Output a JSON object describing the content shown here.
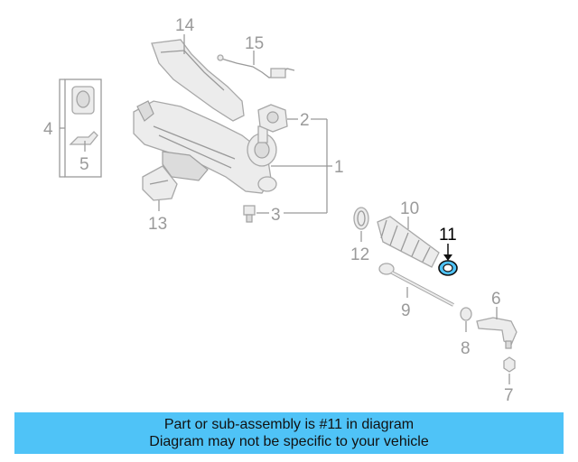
{
  "callouts": {
    "c1": "1",
    "c2": "2",
    "c3": "3",
    "c4": "4",
    "c5": "5",
    "c6": "6",
    "c7": "7",
    "c8": "8",
    "c9": "9",
    "c10": "10",
    "c11": "11",
    "c12": "12",
    "c13": "13",
    "c14": "14",
    "c15": "15"
  },
  "highlighted_part": "11",
  "colors": {
    "highlight": "#4fc3f7",
    "banner_bg": "#4fc3f7",
    "parts": "#a8a8a8",
    "labels": "#9a9a9a"
  },
  "banner": {
    "line1": "Part or sub-assembly is #11 in diagram",
    "line2": "Diagram may not be specific to your vehicle"
  }
}
